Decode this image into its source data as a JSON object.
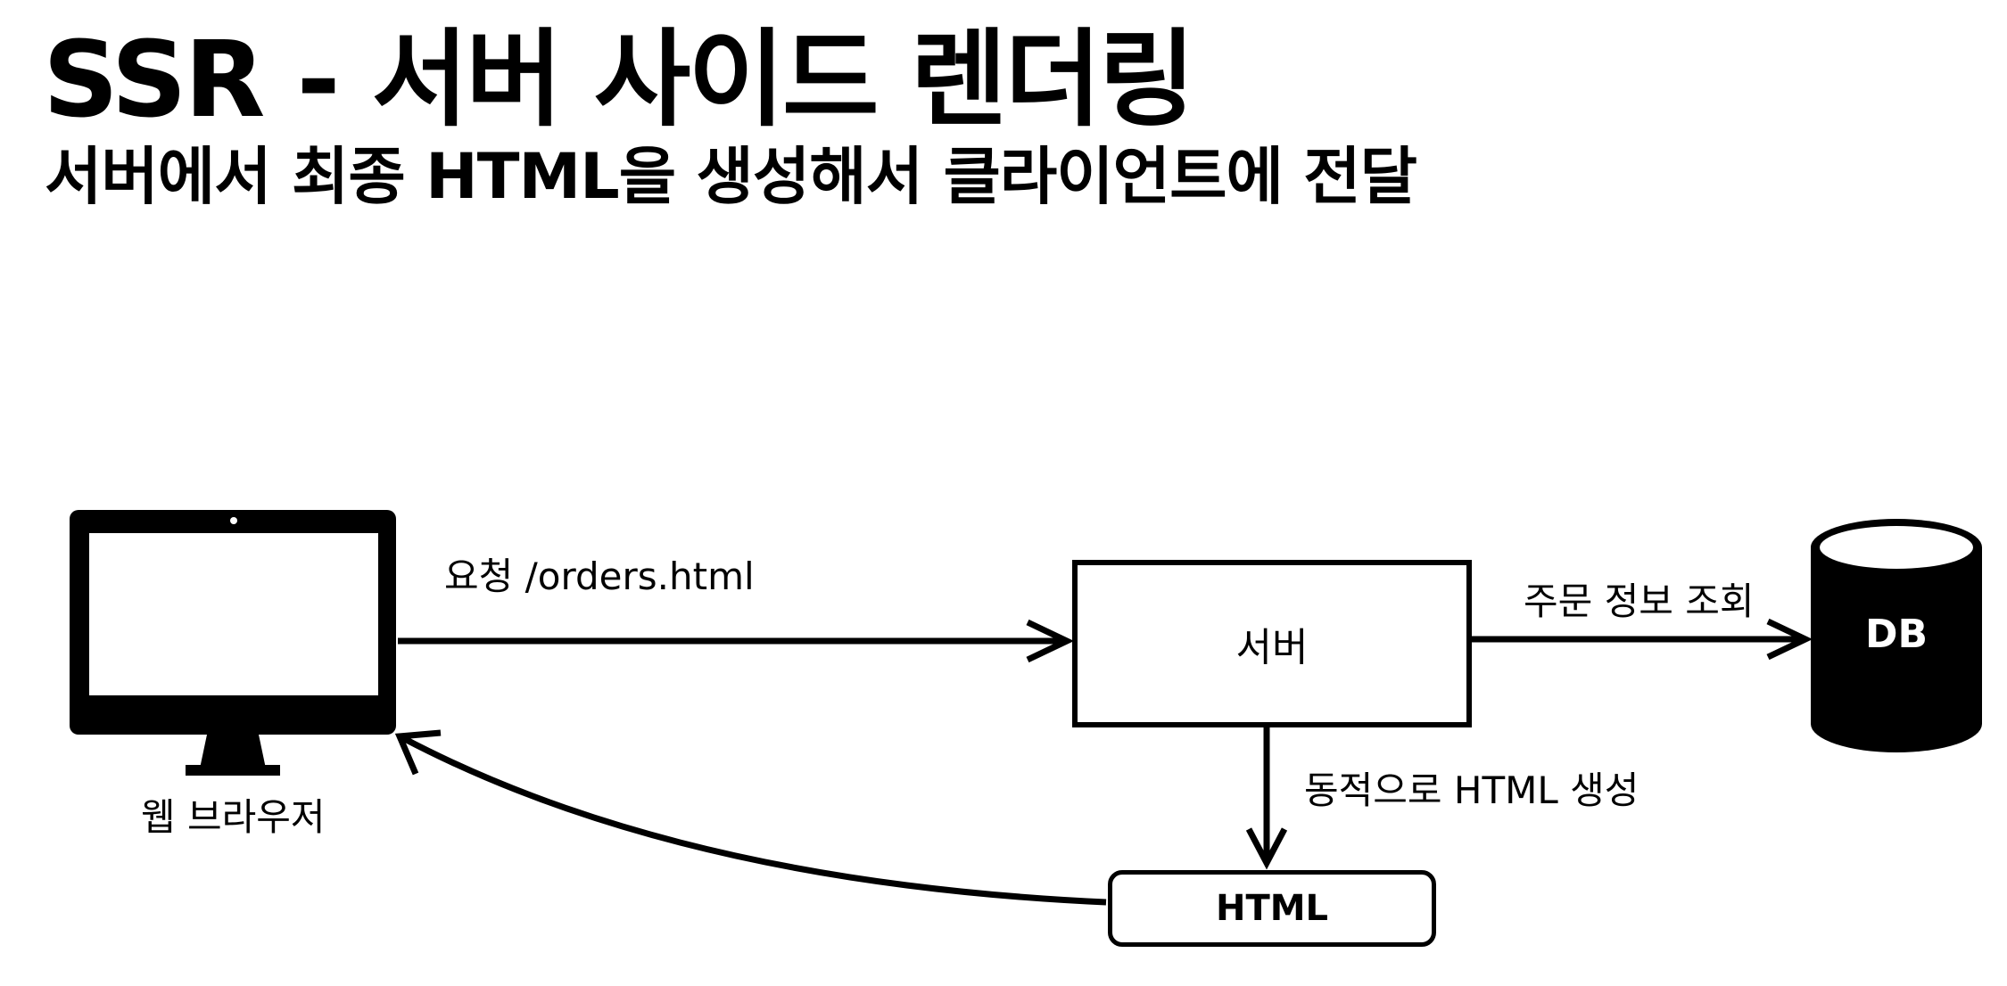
{
  "header": {
    "title": "SSR - 서버 사이드 렌더링",
    "subtitle": "서버에서 최종 HTML을 생성해서 클라이언트에 전달"
  },
  "diagram": {
    "browser_label": "웹 브라우저",
    "request_label": "요청 /orders.html",
    "server_label": "서버",
    "query_label": "주문 정보 조회",
    "db_label": "DB",
    "generate_label": "동적으로 HTML 생성",
    "html_label": "HTML"
  },
  "colors": {
    "ink": "#000000",
    "background": "#ffffff"
  },
  "icons": [
    "monitor-icon",
    "database-icon",
    "arrow-right-icon",
    "arrow-down-icon",
    "arrow-left-icon"
  ]
}
